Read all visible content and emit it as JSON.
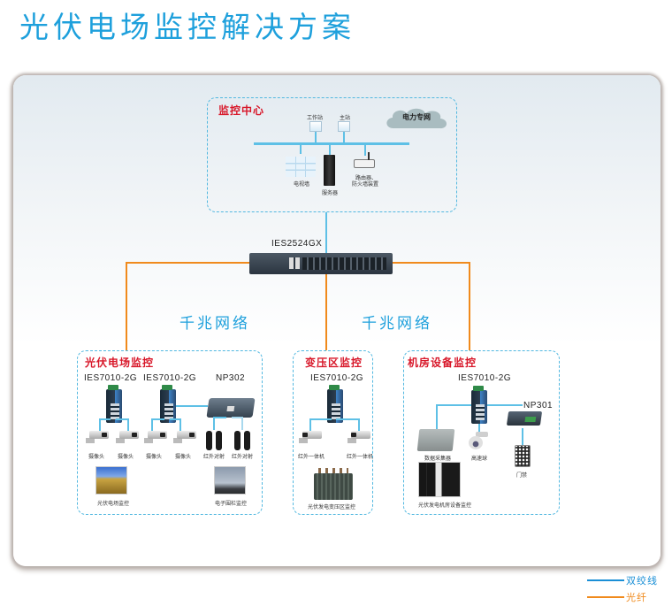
{
  "title": "光伏电场监控解决方案",
  "control_center": {
    "title": "监控中心",
    "cloud_label": "电力专网",
    "devices": [
      {
        "name": "workstation",
        "label": "工作站"
      },
      {
        "name": "master-station",
        "label": "主站"
      },
      {
        "name": "video-wall",
        "label": "电视墙"
      },
      {
        "name": "server",
        "label": "服务器"
      },
      {
        "name": "router-firewall",
        "label_line1": "路由器、",
        "label_line2": "防火墙装置"
      }
    ]
  },
  "core_switch": {
    "model": "IES2524GX"
  },
  "network_labels": [
    "千兆网络",
    "千兆网络"
  ],
  "sections": {
    "pv_field": {
      "title": "光伏电场监控",
      "switches": [
        "IES7010-2G",
        "IES7010-2G"
      ],
      "converter": "NP302",
      "cameras": [
        "摄像头",
        "摄像头",
        "摄像头",
        "摄像头"
      ],
      "ir_sensors": [
        "红外对射",
        "红外对射"
      ],
      "photos": [
        "光伏电场监控",
        "电子围栏监控"
      ]
    },
    "substation": {
      "title": "变压区监控",
      "switch": "IES7010-2G",
      "cameras": [
        "红外一体机",
        "红外一体机"
      ],
      "photo": "光伏发电变压区监控"
    },
    "machine_room": {
      "title": "机房设备监控",
      "switch": "IES7010-2G",
      "converter": "NP301",
      "devices": [
        "数据采集器",
        "高速球",
        "门禁"
      ],
      "photo": "光伏发电机房设备监控"
    }
  },
  "legend": [
    {
      "label": "双绞线",
      "color": "#1a8fd6"
    },
    {
      "label": "光纤",
      "color": "#f08a1c"
    }
  ],
  "colors": {
    "title": "#1ea0dc",
    "section_title": "#d8182a",
    "twisted_pair": "#5ec0e6",
    "fiber": "#f08a1c"
  }
}
